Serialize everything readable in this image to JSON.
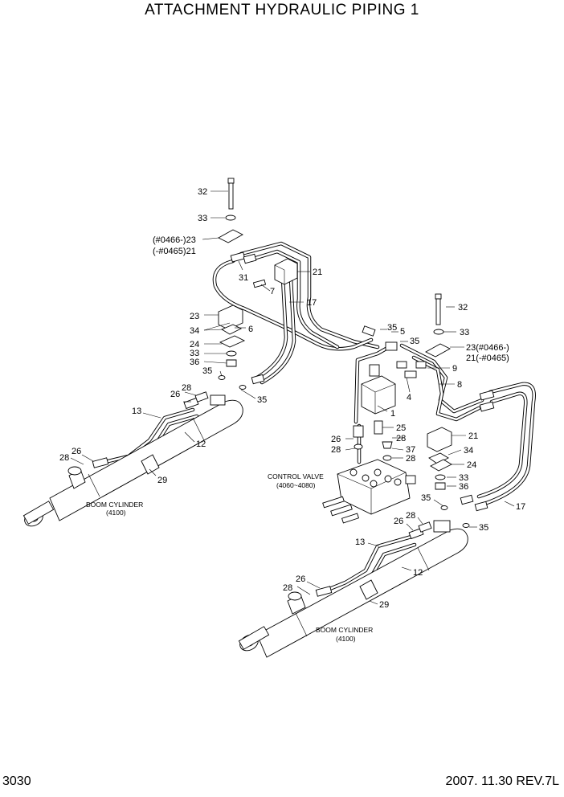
{
  "title": "ATTACHMENT HYDRAULIC PIPING 1",
  "page_number": "3030",
  "revision": "2007. 11.30  REV.7L",
  "callouts": {
    "c32a": "32",
    "c33a": "33",
    "c23a": "(#0466-)23",
    "c21a": "(-#0465)21",
    "c31": "31",
    "c21b": "21",
    "c7": "7",
    "c17a": "17",
    "c23b": "23",
    "c34a": "34",
    "c6": "6",
    "c24a": "24",
    "c33b": "33",
    "c36a": "36",
    "c35a": "35",
    "c5": "5",
    "c35b": "35",
    "c35c": "35",
    "c32b": "32",
    "c33c": "33",
    "c23c": "23(#0466-)",
    "c21c": "21(-#0465)",
    "c9": "9",
    "c4": "4",
    "c8": "8",
    "c28a": "28",
    "c26a": "26",
    "c35d": "35",
    "c13a": "13",
    "c1": "1",
    "c25": "25",
    "c26b": "26",
    "c28b": "28",
    "c28c": "28",
    "c37": "37",
    "c28d": "28",
    "c21d": "21",
    "c34b": "34",
    "c24b": "24",
    "c33d": "33",
    "c36b": "36",
    "c12a": "12",
    "c26c": "26",
    "c28e": "28",
    "c29a": "29",
    "c35e": "35",
    "c28f": "28",
    "c17b": "17",
    "c26d": "26",
    "c35f": "35",
    "c13b": "13",
    "c12b": "12",
    "c26e": "26",
    "c28g": "28",
    "c29b": "29"
  },
  "labels": {
    "control_valve": "CONTROL VALVE",
    "control_valve_range": "(4060~4080)",
    "boom_cylinder_left": "BOOM CYLINDER",
    "boom_cylinder_left_code": "(4100)",
    "boom_cylinder_right": "BOOM CYLINDER",
    "boom_cylinder_right_code": "(4100)"
  }
}
